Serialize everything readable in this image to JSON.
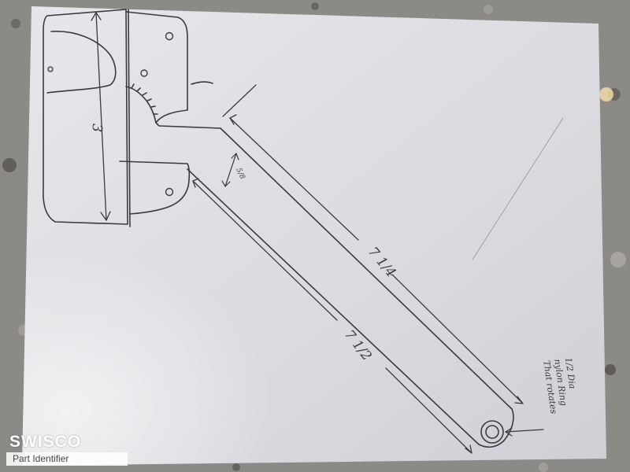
{
  "drawing": {
    "dim_height": "3",
    "dim_gap": "5/8",
    "dim_upper_length": "7 1/4",
    "dim_lower_length": "7 1/2",
    "note_lines": [
      "1/2 Dia",
      "nylon Ring",
      "That rotates"
    ]
  },
  "watermark": {
    "brand": "SWISCO",
    "tagline": "Part Identifier"
  }
}
